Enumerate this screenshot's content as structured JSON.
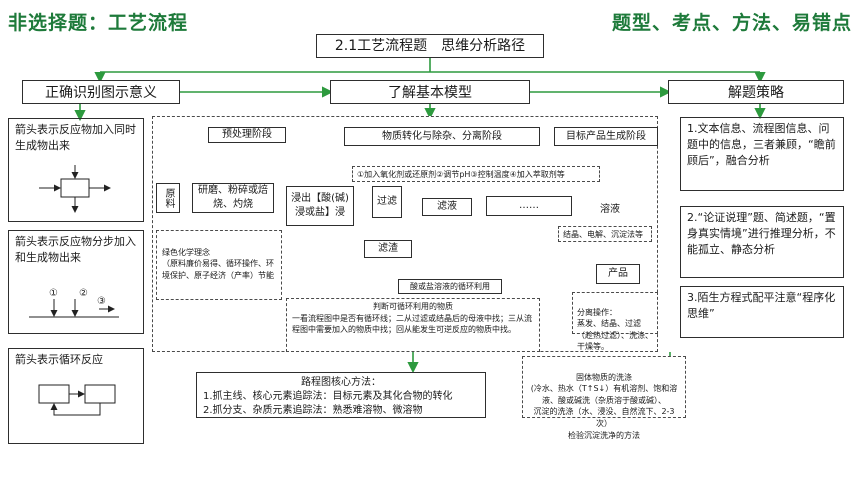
{
  "header": {
    "left_title": "非选择题：工艺流程",
    "right_title": "题型、考点、方法、易错点"
  },
  "main_title": "2.1工艺流程题　思维分析路径",
  "sections": {
    "left": "正确识别图示意义",
    "center": "了解基本模型",
    "right": "解题策略"
  },
  "left_panels": {
    "p1": "箭头表示反应物加入同时生成物出来",
    "p2": "箭头表示反应物分步加入和生成物出来",
    "p2_labels": [
      "①",
      "②",
      "③"
    ],
    "p3": "箭头表示循环反应"
  },
  "model": {
    "stage1": "预处理阶段",
    "stage2": "物质转化与除杂、分离阶段",
    "stage3": "目标产品生成阶段",
    "raw": "原料",
    "grind": "研磨、粉碎或焙烧、灼烧",
    "leach": "浸出【酸(碱)浸或盐】浸",
    "filter": "过滤",
    "filtrate": "滤液",
    "residue": "滤渣",
    "dots": "……",
    "solution": "溶液",
    "conditions": "①加入氧化剂或还原剂②调节pH③控制温度④加入萃取剂等",
    "green": "绿色化学理念\n（原料廉价易得、循环操作、环境保护、原子经济（产率）节能",
    "recycle": "酸或盐溶液的循环利用",
    "recycle_judge_title": "判断可循环利用的物质",
    "recycle_judge_body": "一看流程图中是否有循环线；二从过滤或结晶后的母液中找；三从流程图中需要加入的物质中找；回从能发生可逆反应的物质中找。",
    "crystal": "结晶、电解、沉淀法等",
    "product": "产品",
    "separation": "分离操作：\n蒸发、结晶、过滤（趁热过滤）、洗涤、干燥等。",
    "wash": "固体物质的洗涤\n(冷水、热水（T↑S↓）有机溶剂、饱和溶液、酸或碱洗（杂质溶于酸或碱）、\n沉淀的洗涤（水、浸没、自然流下、2-3次）\n检验沉淀洗净的方法"
  },
  "core_method": {
    "title": "路程图核心方法：",
    "line1": "1.抓主线、核心元素追踪法：目标元素及其化合物的转化",
    "line2": "2.抓分支、杂质元素追踪法：熟悉难溶物、微溶物"
  },
  "strategies": {
    "s1": "1.文本信息、流程图信息、问题中的信息，三者兼顾，“瞻前顾后”，融合分析",
    "s2": "2.“论证说理”题、简述题，“置身真实情境”进行推理分析，不能孤立、静态分析",
    "s3": "3.陌生方程式配平注意“程序化思维”"
  },
  "colors": {
    "header_green": "#1e7a3a",
    "line_green": "#2d9a3e",
    "box_border": "#2e2e2e"
  }
}
